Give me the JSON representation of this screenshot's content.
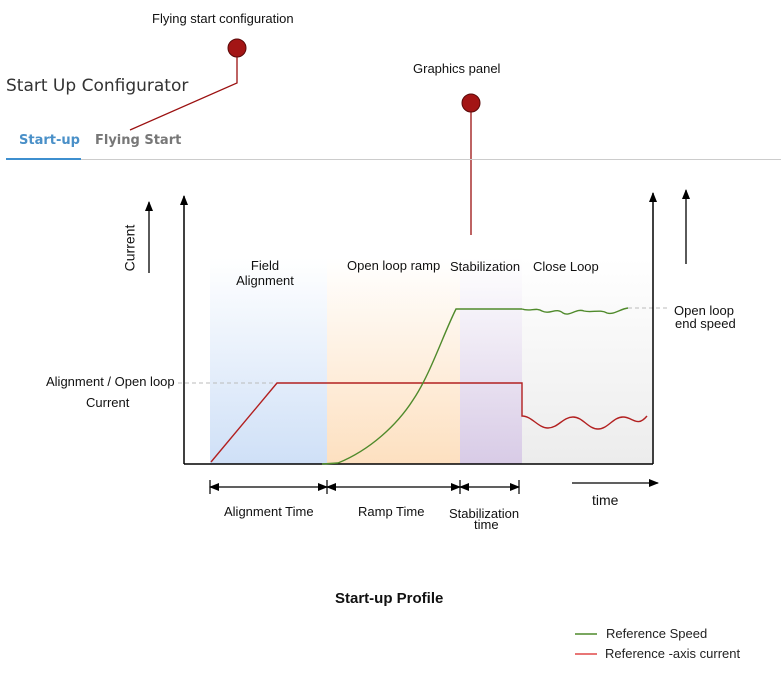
{
  "callouts": {
    "flying_start": "Flying start configuration",
    "graphics_panel": "Graphics panel"
  },
  "header": {
    "title": "Start Up Configurator"
  },
  "tabs": [
    {
      "label": "Start-up",
      "active": true
    },
    {
      "label": "Flying Start",
      "active": false
    }
  ],
  "diagram": {
    "y_axis_label": "Current",
    "x_axis_label": "time",
    "regions": {
      "field_alignment": "Field\nAlignment",
      "open_loop_ramp": "Open loop ramp",
      "stabilization": "Stabilization",
      "close_loop": "Close Loop"
    },
    "levels": {
      "alignment_current_line1": "Alignment / Open loop",
      "alignment_current_line2": "Current",
      "open_loop_speed_line1": "Open loop",
      "open_loop_speed_line2": "end speed"
    },
    "durations": {
      "alignment_time": "Alignment Time",
      "ramp_time": "Ramp Time",
      "stabilization_time_line1": "Stabilization",
      "stabilization_time_line2": "time"
    },
    "title": "Start-up Profile"
  },
  "legend": [
    {
      "label": "Reference Speed",
      "color": "#4f8a2b"
    },
    {
      "label": "Reference -axis current",
      "color": "#e04848"
    }
  ],
  "colors": {
    "speed": "#4f8a2b",
    "current": "#b22020",
    "marker": "#9b1010",
    "accent": "#3e8fcf"
  }
}
